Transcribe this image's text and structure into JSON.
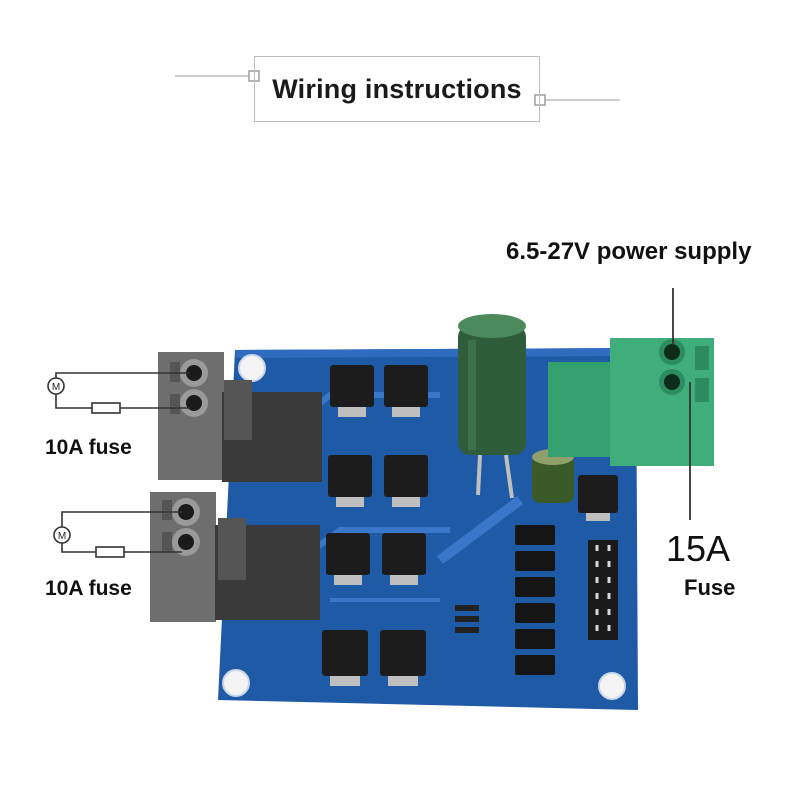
{
  "header": {
    "title": "Wiring instructions"
  },
  "labels": {
    "power_supply": "6.5-27V power supply",
    "motor_fuse_top": "10A fuse",
    "motor_fuse_bottom": "10A fuse",
    "supply_fuse_rating": "15A",
    "supply_fuse_word": "Fuse"
  },
  "schematic": {
    "motor_symbol": "M"
  },
  "colors": {
    "pcb": "#1f5aa6",
    "pcb_dark": "#163f78",
    "terminal_gray": "#6e6e6e",
    "terminal_green": "#3fae7a",
    "capacitor_green": "#2f5d3c",
    "label_text": "#111111"
  },
  "icons": [
    "motor-icon",
    "fuse-resistor-icon"
  ]
}
